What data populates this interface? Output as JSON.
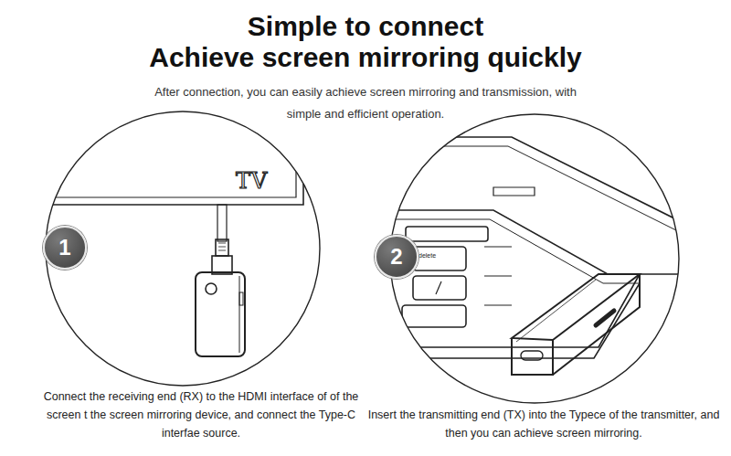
{
  "diagram": {
    "title": "Simple to connect",
    "nodes": [
      {
        "text": [
          "1"
        ]
      },
      {
        "text": [
          "2"
        ]
      }
    ],
    "labels": [
      "Achieve screen mirroring quickly",
      "After connection, you can easily achieve screen mirroring and transmission, with simple and efficient operation.",
      "TV",
      "delete",
      "Connect the receiving end (RX) to the HDMI interface of of the screen t the screen mirroring device, and connect the Type-C interfae source.",
      "Insert the transmitting end (TX) into the Typece of the transmitter, and then you can achieve screen mirroring."
    ]
  }
}
